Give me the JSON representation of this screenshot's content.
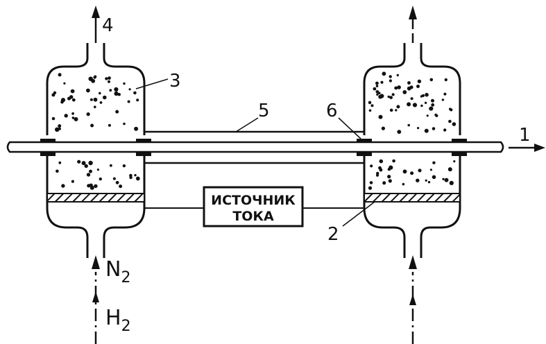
{
  "labels": {
    "wire": "1",
    "separator": "2",
    "powder": "3",
    "outlet": "4",
    "tube": "5",
    "seal": "6"
  },
  "gases": {
    "nitrogen": {
      "base": "N",
      "sub": "2"
    },
    "hydrogen": {
      "base": "H",
      "sub": "2"
    }
  },
  "power_source": {
    "line1": "ИСТОЧНИК",
    "line2": "ТОКА"
  },
  "colors": {
    "ink": "#111111",
    "background": "#ffffff"
  }
}
